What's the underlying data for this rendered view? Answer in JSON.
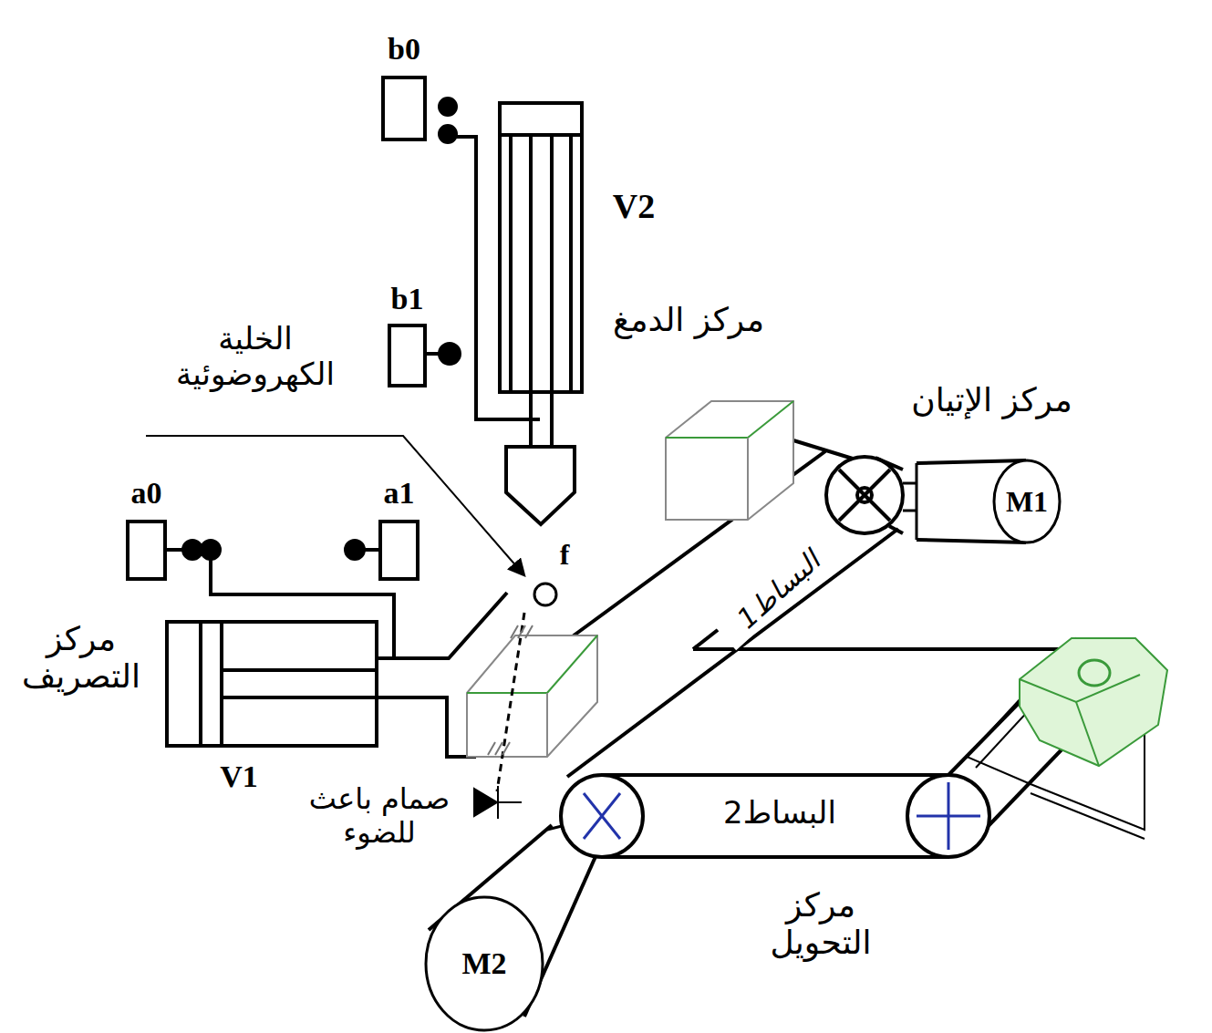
{
  "diagram": {
    "nodes": [
      {
        "text": [
          "b0"
        ]
      },
      {
        "text": [
          "b1"
        ]
      },
      {
        "text": [
          "a0"
        ]
      },
      {
        "text": [
          "a1"
        ]
      },
      {
        "text": [
          "M1"
        ]
      },
      {
        "text": [
          "M2"
        ]
      }
    ],
    "labels": [
      "مركز الدمغ",
      "V2",
      "الخلية الكهروضوئية",
      "f",
      "مركز الإتيان",
      "البساط1",
      "مركز التصريف",
      "V1",
      "صمام باعث للضوء",
      "البساط2",
      "مركز التحويل"
    ]
  }
}
